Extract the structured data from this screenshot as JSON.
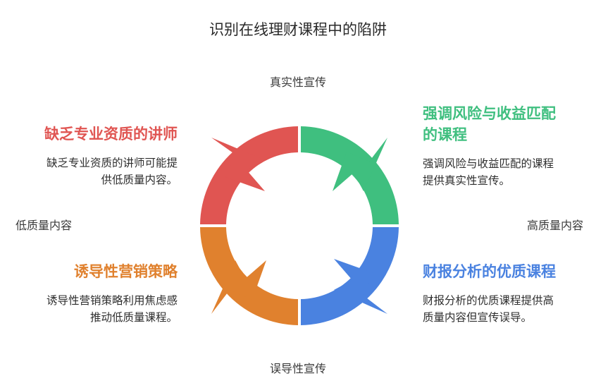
{
  "title": "识别在线理财课程中的陷阱",
  "axes": {
    "top": "真实性宣传",
    "bottom": "误导性宣传",
    "left": "低质量内容",
    "right": "高质量内容"
  },
  "quadrants": {
    "top_left": {
      "title": "缺乏专业资质的讲师",
      "desc_line1": "缺乏专业资质的讲师可能提",
      "desc_line2": "供低质量内容。",
      "color": "#e05552"
    },
    "top_right": {
      "title_line1": "强调风险与收益匹配",
      "title_line2": "的课程",
      "desc_line1": "强调风险与收益匹配的课程",
      "desc_line2": "提供真实性宣传。",
      "color": "#3fbf7f"
    },
    "bottom_left": {
      "title": "诱导性营销策略",
      "desc_line1": "诱导性营销策略利用焦虑感",
      "desc_line2": "推动低质量课程。",
      "color": "#e0812e"
    },
    "bottom_right": {
      "title": "财报分析的优质课程",
      "desc_line1": "财报分析的优质课程提供高",
      "desc_line2": "质量内容但宣传误导。",
      "color": "#4a82e0"
    }
  }
}
